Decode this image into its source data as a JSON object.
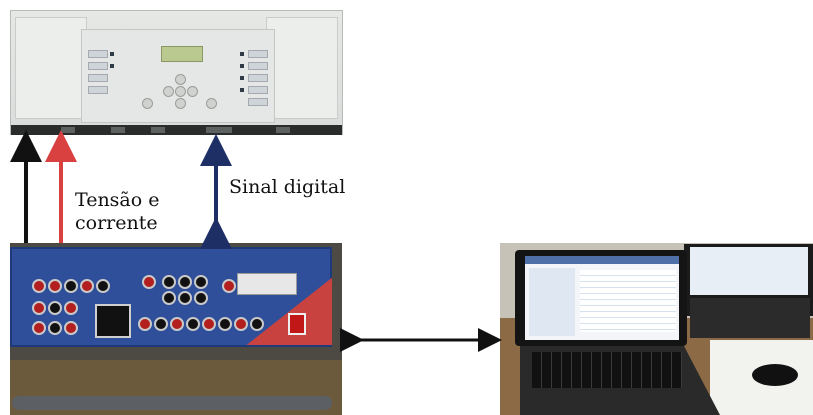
{
  "labels": {
    "voltage_current_line1": "Tensão e",
    "voltage_current_line2": "corrente",
    "digital_signal": "Sinal digital"
  },
  "colors": {
    "arrow_black": "#111111",
    "arrow_red": "#d94040",
    "arrow_navy": "#1e2f66"
  }
}
